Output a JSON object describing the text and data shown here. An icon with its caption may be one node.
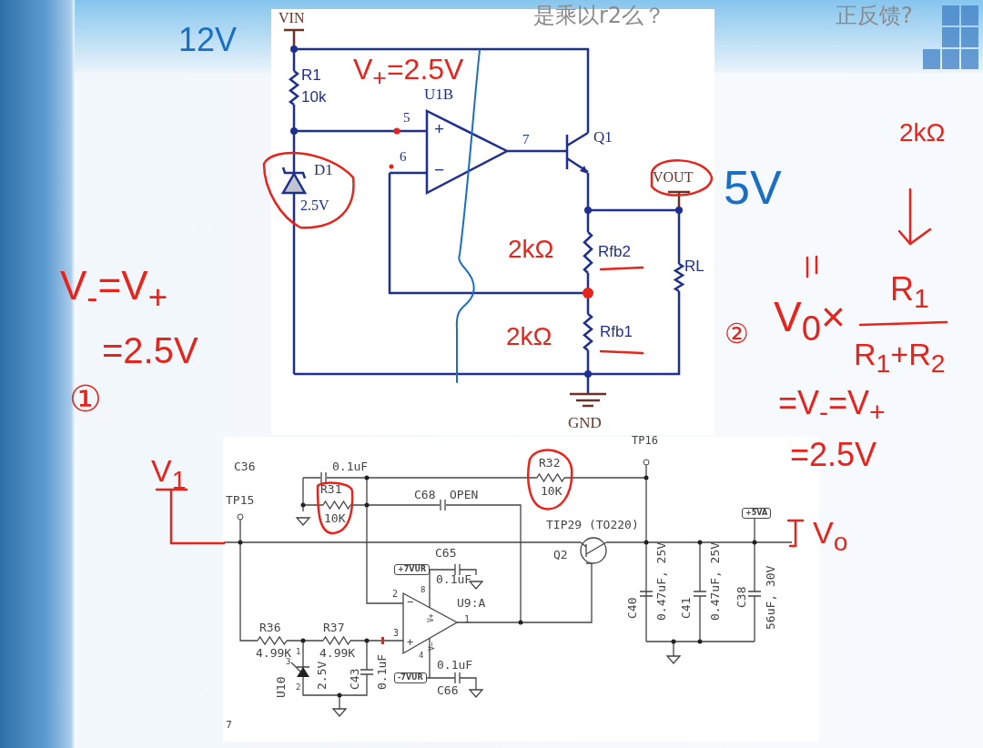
{
  "diagram": {
    "labels": [
      "12V",
      "VIN",
      "是乘以r2么？",
      "正反馈?",
      "R1",
      "10k",
      "V$_{+}$=2.5V",
      "U1B",
      "5",
      "+",
      "6",
      "−",
      "7",
      "Q1",
      "2kΩ",
      "D1",
      "VOUT",
      "5V",
      "2.5V",
      "2kΩ",
      "Rfb2",
      "RL",
      "V$_{-}$=V$_{+}$",
      "R$_{1}$",
      "②",
      "V$_{0}$×",
      "=2.5V",
      "2kΩ",
      "Rfb1",
      "R$_{1}$+R$_{2}$",
      "①",
      "=V$_{-}$=V$_{+}$",
      "GND",
      "=2.5V",
      "TP16",
      "C36",
      "0.1uF",
      "R32",
      "V$_{1}$",
      "R31",
      "C68",
      "OPEN",
      "10K",
      "TP15",
      "10K",
      "+5VA",
      "TIP29 (TO220)",
      "V$_{o}$",
      "C65",
      "Q2",
      "+7VUR",
      "0.1uF",
      "2",
      "8",
      "U9:A",
      "−",
      "V+",
      "1",
      "C40",
      "0.47uF, 25V",
      "C41",
      "0.47uF, 25V",
      "C38",
      "56uF, 30V",
      "3",
      "+",
      "V−",
      "R36",
      "R37",
      "4.99K",
      "1",
      "4.99K",
      "4",
      "3",
      "0.1uF",
      "U10",
      "2.5V",
      "C43",
      "0.1uF",
      "-7VUR",
      "2",
      "C66",
      "7"
    ]
  }
}
